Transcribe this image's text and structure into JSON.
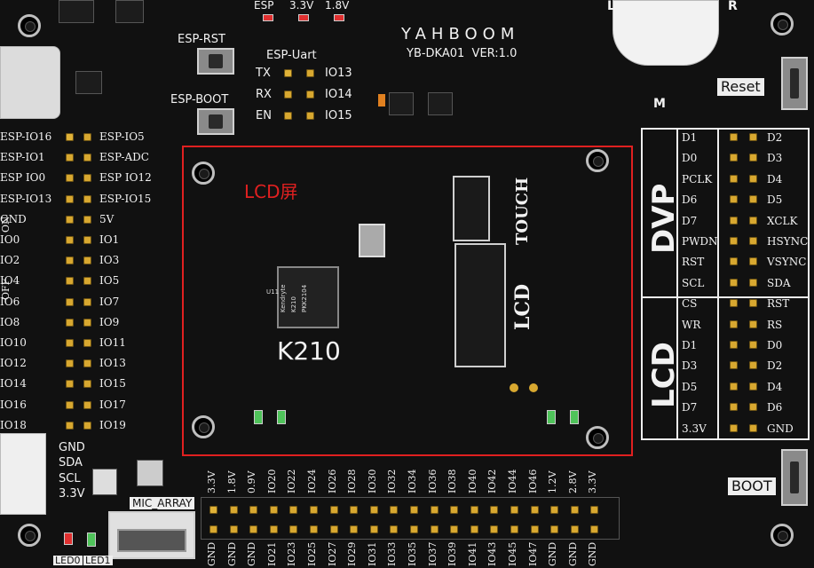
{
  "board": {
    "brand": "YAHBOOM",
    "model": "YB-DKA01  VER:1.0"
  },
  "annotation": {
    "label": "LCD屏",
    "color": "#e02020"
  },
  "chip": {
    "vendor_lines": [
      "Kendryte",
      "K210",
      "PKK2104"
    ],
    "name": "K210",
    "ref": "U11"
  },
  "top_labels": {
    "esp": "ESP",
    "v33": "3.3V",
    "v18": "1.8V",
    "esp_rst": "ESP-RST",
    "esp_boot": "ESP-BOOT",
    "esp_uart": "ESP-Uart",
    "tx": "TX",
    "rx": "RX",
    "en": "EN",
    "io13": "IO13",
    "io14": "IO14",
    "io15": "IO15",
    "l": "L",
    "r": "R",
    "m": "M",
    "reset": "Reset",
    "boot": "BOOT"
  },
  "left_header": {
    "left": [
      "ESP-IO16",
      "ESP-IO1",
      "ESP IO0",
      "ESP-IO13",
      "GND",
      "IO0",
      "IO2",
      "IO4",
      "IO6",
      "IO8",
      "IO10",
      "IO12",
      "IO14",
      "IO16",
      "IO18"
    ],
    "right": [
      "ESP-IO5",
      "ESP-ADC",
      "ESP IO12",
      "ESP-IO15",
      "5V",
      "IO1",
      "IO3",
      "IO5",
      "IO7",
      "IO9",
      "IO11",
      "IO13",
      "IO15",
      "IO17",
      "IO19"
    ],
    "switch": [
      "ON",
      "OFF"
    ]
  },
  "i2c": [
    "GND",
    "SDA",
    "SCL",
    "3.3V"
  ],
  "mic_array": "MIC_ARRAY",
  "leds": [
    "LED0",
    "LED1"
  ],
  "inner_labels": {
    "touch": "TOUCH",
    "lcd": "LCD"
  },
  "dvp": {
    "title": "DVP",
    "left": [
      "D1",
      "D0",
      "PCLK",
      "D6",
      "D7",
      "PWDN",
      "RST",
      "SCL"
    ],
    "right": [
      "D2",
      "D3",
      "D4",
      "D5",
      "XCLK",
      "HSYNC",
      "VSYNC",
      "SDA"
    ]
  },
  "lcd_table": {
    "title": "LCD",
    "left": [
      "CS",
      "WR",
      "D1",
      "D3",
      "D5",
      "D7",
      "3.3V"
    ],
    "right": [
      "RST",
      "RS",
      "D0",
      "D2",
      "D4",
      "D6",
      "GND"
    ]
  },
  "bottom_header": {
    "top": [
      "3.3V",
      "1.8V",
      "0.9V",
      "IO20",
      "IO22",
      "IO24",
      "IO26",
      "IO28",
      "IO30",
      "IO32",
      "IO34",
      "IO36",
      "IO38",
      "IO40",
      "IO42",
      "IO44",
      "IO46",
      "1.2V",
      "2.8V",
      "3.3V"
    ],
    "bottom": [
      "GND",
      "GND",
      "GND",
      "IO21",
      "IO23",
      "IO25",
      "IO27",
      "IO29",
      "IO31",
      "IO33",
      "IO35",
      "IO37",
      "IO39",
      "IO41",
      "IO43",
      "IO45",
      "IO47",
      "GND",
      "GND",
      "GND"
    ]
  }
}
